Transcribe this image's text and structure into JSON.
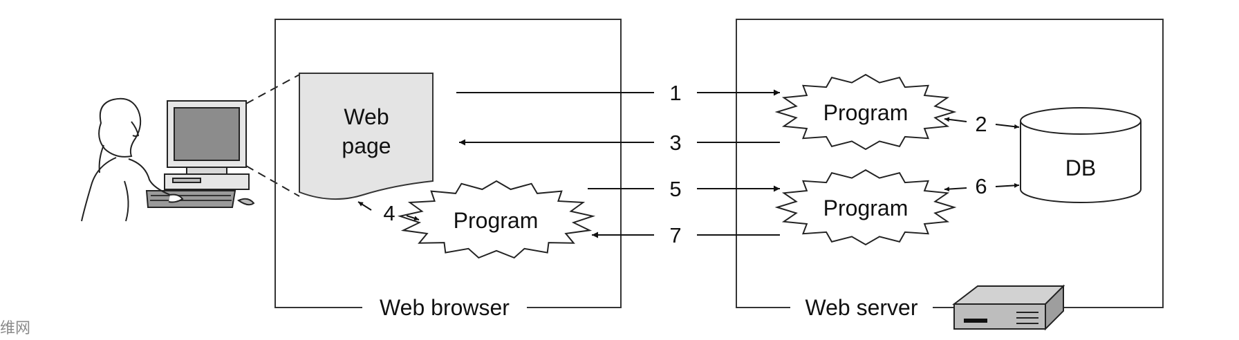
{
  "browser": {
    "label": "Web browser",
    "web_page": {
      "line1": "Web",
      "line2": "page"
    },
    "program": "Program"
  },
  "server": {
    "label": "Web server",
    "program_top": "Program",
    "program_bottom": "Program",
    "db": "DB"
  },
  "steps": [
    "1",
    "2",
    "3",
    "4",
    "5",
    "6",
    "7"
  ],
  "watermark": "维网",
  "icons": {
    "user": "user-at-computer-icon",
    "server": "server-box-icon"
  }
}
